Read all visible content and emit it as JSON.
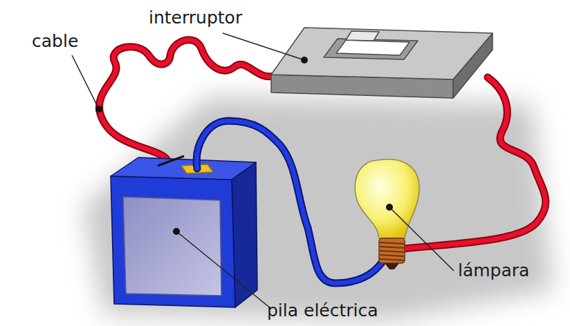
{
  "diagram": {
    "labels": [
      "interruptor",
      "cable",
      "lámpara",
      "pila eléctrica"
    ]
  }
}
